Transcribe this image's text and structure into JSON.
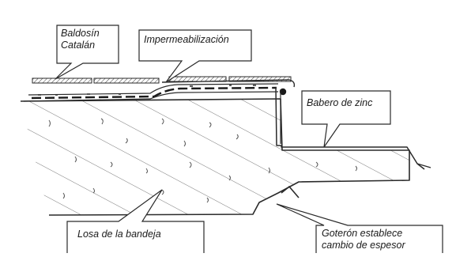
{
  "labels": {
    "tile": [
      "Baldosín",
      "Catalán"
    ],
    "waterproofing": "Impermeabilización",
    "zinc_flashing": "Babero de zinc",
    "slab": "Losa de la bandeja",
    "drip": [
      "Goterón establece",
      "cambio de espesor"
    ]
  },
  "colors": {
    "ink": "#2a2a2a",
    "paper": "#ffffff"
  }
}
